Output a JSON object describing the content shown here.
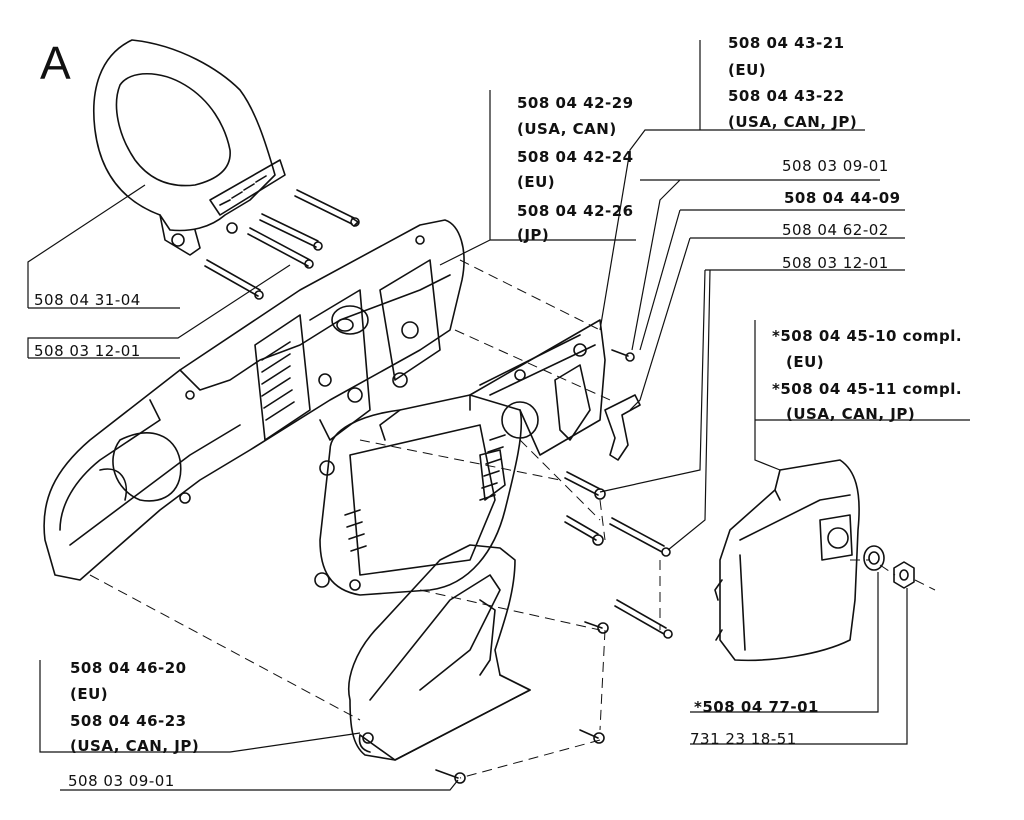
{
  "section_letter": "A",
  "labels": {
    "handle_part": "508 04 31-04",
    "handle_screw": "508 03 12-01",
    "housing_usa_can_no": "508 04 42-29",
    "housing_usa_can_region": "(USA, CAN)",
    "housing_eu_no": "508 04 42-24",
    "housing_eu_region": "(EU)",
    "housing_jp_no": "508 04 42-26",
    "housing_jp_region": "(JP)",
    "motorcover_eu_no": "508 04 43-21",
    "motorcover_eu_region": "(EU)",
    "motorcover_usa_no": "508 04 43-22",
    "motorcover_usa_region": "(USA, CAN, JP)",
    "screw_right_top": "508 03 09-01",
    "part_44_09": "508 04 44-09",
    "part_62_02": "508 04 62-02",
    "screw_right_2": "508 03 12-01",
    "sprocket_cover_eu_no": "*508 04 45-10 compl.",
    "sprocket_cover_eu_region": "(EU)",
    "sprocket_cover_usa_no": "*508 04 45-11 compl.",
    "sprocket_cover_usa_region": "(USA, CAN, JP)",
    "washer_no": "*508 04 77-01",
    "nut_no": "731 23 18-51",
    "guard_eu_no": "508 04 46-20",
    "guard_eu_region": "(EU)",
    "guard_usa_no": "508 04 46-23",
    "guard_usa_region": "(USA, CAN, JP)",
    "screw_bottom": "508 03 09-01"
  }
}
